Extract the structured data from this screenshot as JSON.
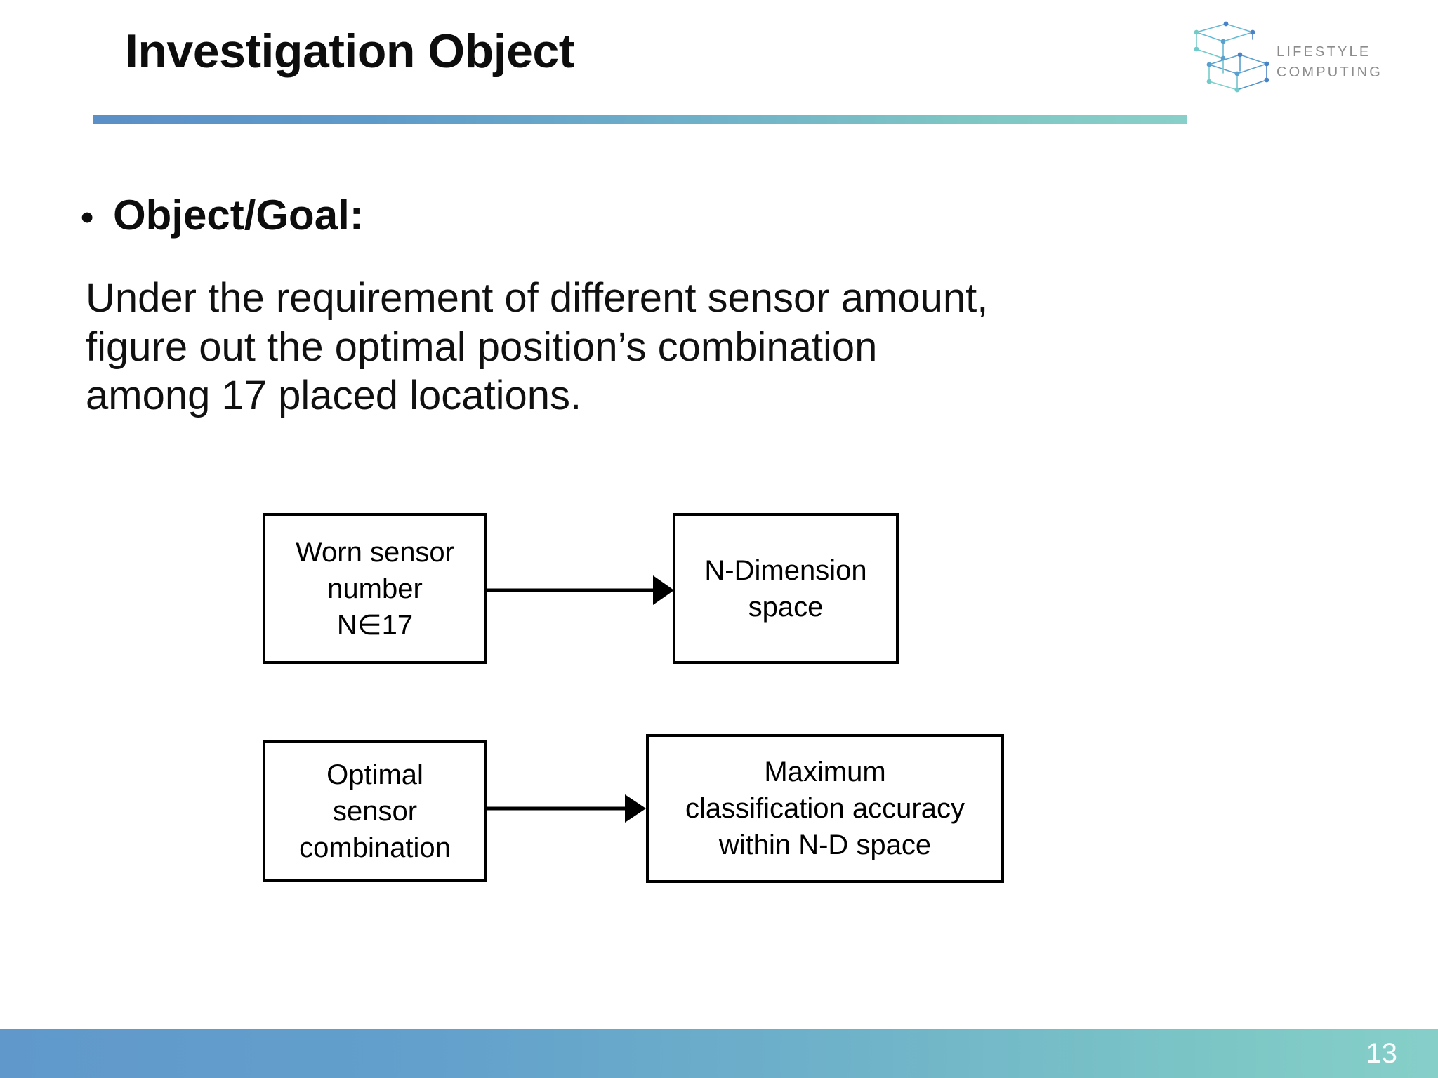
{
  "slide": {
    "title": "Investigation Object",
    "page_number": "13",
    "accent_start": "#5b8fc7",
    "accent_end": "#89cfc9",
    "text_color": "#101010"
  },
  "logo": {
    "line1": "LIFESTYLE",
    "line2": "COMPUTING",
    "mark_name": "isometric-wireframe-blocks",
    "text_color": "#8c8c8c",
    "mark_color_blue": "#4a82c8",
    "mark_color_teal": "#73cbc9"
  },
  "content": {
    "bullet_marker": "•",
    "bullet_heading": "Object/Goal:",
    "paragraph_lines": [
      "Under the requirement of different sensor amount,",
      "figure out the optimal position’s combination",
      "among 17 placed locations."
    ]
  },
  "diagram": {
    "boxes": [
      {
        "id": "worn-sensor-number",
        "lines": [
          "Worn sensor",
          "number",
          "N∈17"
        ]
      },
      {
        "id": "n-dimension-space",
        "lines": [
          "N-Dimension",
          "space"
        ]
      },
      {
        "id": "optimal-sensor-combination",
        "lines": [
          "Optimal",
          "sensor",
          "combination"
        ]
      },
      {
        "id": "maximum-classification-accuracy",
        "lines": [
          "Maximum",
          "classification accuracy",
          "within N-D space"
        ]
      }
    ],
    "arrows": [
      {
        "id": "arrow-worn-to-ndim",
        "from": "worn-sensor-number",
        "to": "n-dimension-space"
      },
      {
        "id": "arrow-optimal-to-maximum",
        "from": "optimal-sensor-combination",
        "to": "maximum-classification-accuracy"
      }
    ]
  }
}
